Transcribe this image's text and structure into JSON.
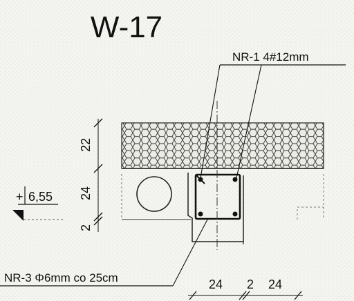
{
  "title": "W-17",
  "labels": {
    "top_rebar": "NR-1  4#12mm",
    "stirrup": "NR-3  Φ6mm co 25cm",
    "elevation": "6,55",
    "elevation_marker": "+"
  },
  "dimensions": {
    "vertical": [
      "22",
      "24",
      "2"
    ],
    "horizontal": [
      "24",
      "2",
      "24"
    ]
  },
  "icons": [
    "elevation-marker-icon"
  ]
}
